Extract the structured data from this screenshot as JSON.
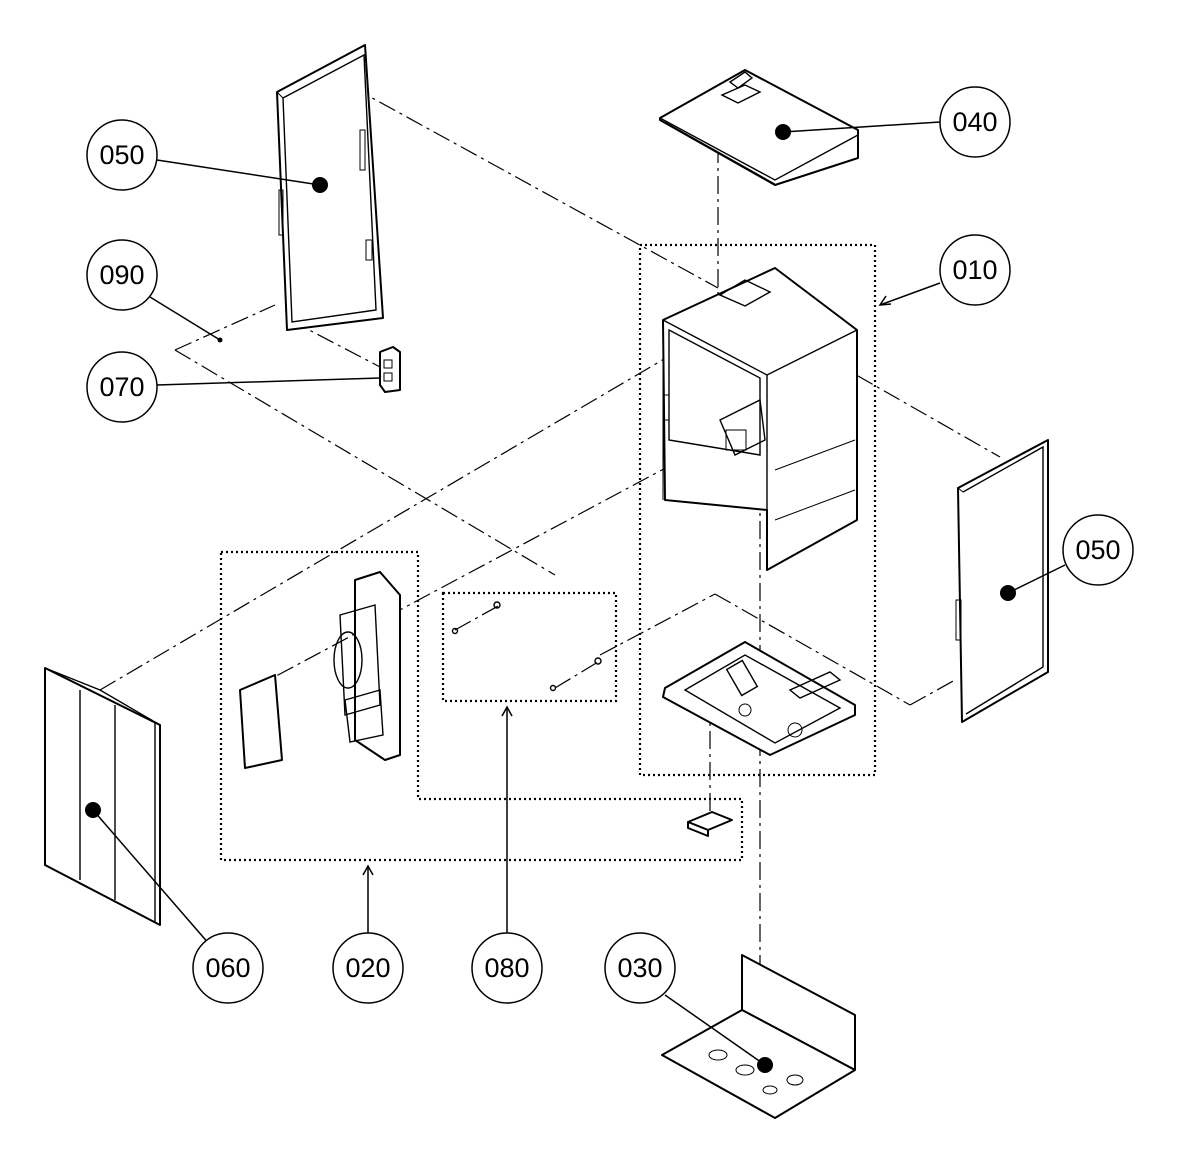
{
  "diagram": {
    "callouts": {
      "c050a": "050",
      "c090": "090",
      "c070": "070",
      "c040": "040",
      "c010": "010",
      "c050b": "050",
      "c060": "060",
      "c020": "020",
      "c080": "080",
      "c030": "030"
    }
  }
}
